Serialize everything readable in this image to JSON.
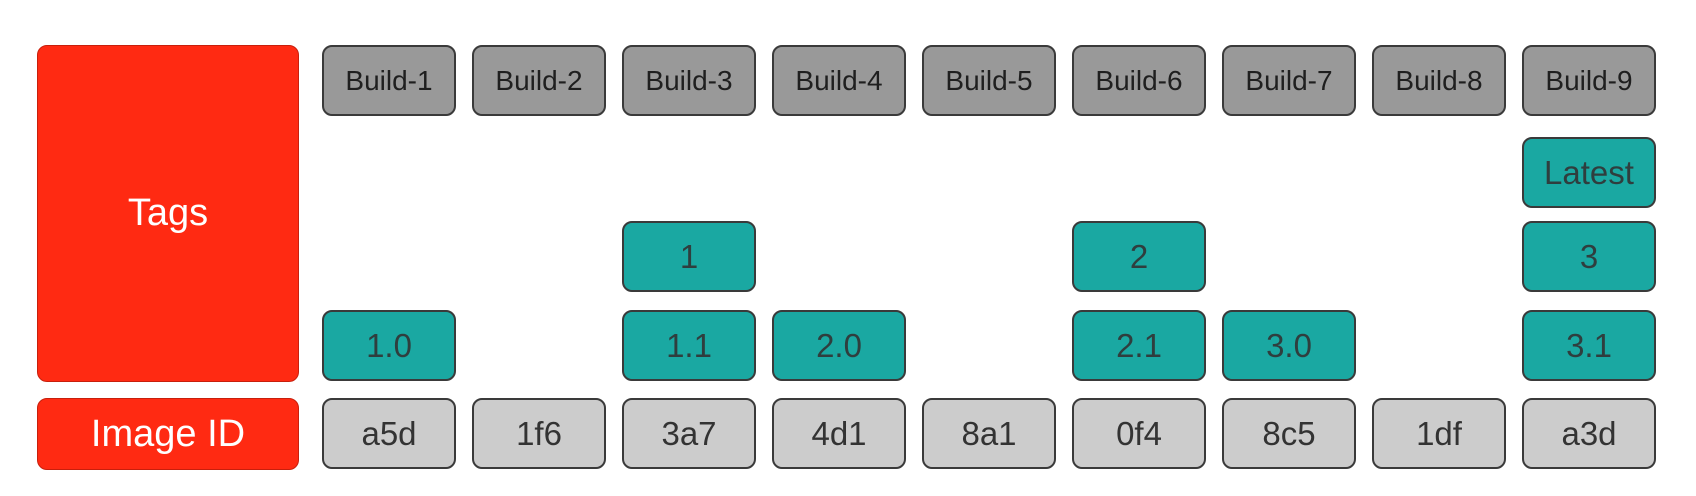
{
  "labels": {
    "tags": "Tags",
    "image_id": "Image ID"
  },
  "builds": [
    "Build-1",
    "Build-2",
    "Build-3",
    "Build-4",
    "Build-5",
    "Build-6",
    "Build-7",
    "Build-8",
    "Build-9"
  ],
  "tags": {
    "latest": "Latest",
    "major": [
      "1",
      "2",
      "3"
    ],
    "minor": [
      "1.0",
      "1.1",
      "2.0",
      "2.1",
      "3.0",
      "3.1"
    ]
  },
  "image_ids": [
    "a5d",
    "1f6",
    "3a7",
    "4d1",
    "8a1",
    "0f4",
    "8c5",
    "1df",
    "a3d"
  ],
  "colors": {
    "label_bg": "#ff2a12",
    "build_bg": "#999999",
    "tag_bg": "#1aa8a2",
    "image_id_bg": "#cccccc"
  }
}
